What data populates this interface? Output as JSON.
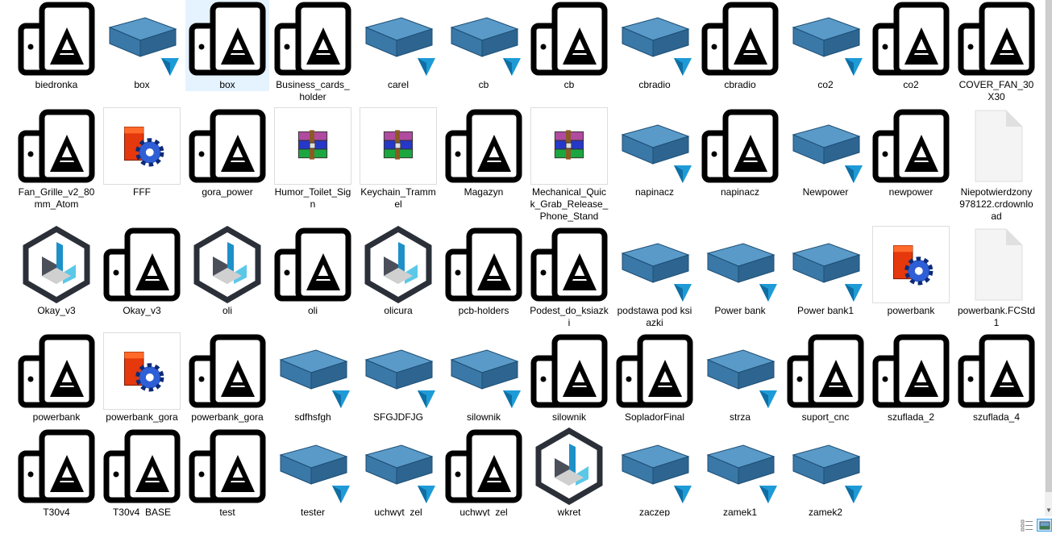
{
  "files": [
    [
      {
        "label": "biedronka",
        "type": "app"
      },
      {
        "label": "box",
        "type": "stl"
      },
      {
        "label": "box",
        "type": "app",
        "selected": true
      },
      {
        "label": "Business_cards_holder",
        "type": "app"
      },
      {
        "label": "carel",
        "type": "stl"
      },
      {
        "label": "cb",
        "type": "stl"
      },
      {
        "label": "cb",
        "type": "app"
      },
      {
        "label": "cbradio",
        "type": "stl"
      },
      {
        "label": "cbradio",
        "type": "app"
      },
      {
        "label": "co2",
        "type": "stl"
      },
      {
        "label": "co2",
        "type": "app"
      },
      {
        "label": "COVER_FAN_30X30",
        "type": "app"
      }
    ],
    [
      {
        "label": "Fan_Grille_v2_80mm_Atom",
        "type": "app"
      },
      {
        "label": "FFF",
        "type": "freecad"
      },
      {
        "label": "gora_power",
        "type": "app"
      },
      {
        "label": "Humor_Toilet_Sign",
        "type": "rar"
      },
      {
        "label": "Keychain_Trammel",
        "type": "rar"
      },
      {
        "label": "Magazyn",
        "type": "app"
      },
      {
        "label": "Mechanical_Quick_Grab_Release_Phone_Stand",
        "type": "rar"
      },
      {
        "label": "napinacz",
        "type": "stl"
      },
      {
        "label": "napinacz",
        "type": "app"
      },
      {
        "label": "Newpower",
        "type": "stl"
      },
      {
        "label": "newpower",
        "type": "app"
      },
      {
        "label": "Niepotwierdzony 978122.crdownload",
        "type": "blank"
      }
    ],
    [
      {
        "label": "Okay_v3",
        "type": "hex"
      },
      {
        "label": "Okay_v3",
        "type": "app"
      },
      {
        "label": "oli",
        "type": "hex"
      },
      {
        "label": "oli",
        "type": "app"
      },
      {
        "label": "olicura",
        "type": "hex"
      },
      {
        "label": "pcb-holders",
        "type": "app"
      },
      {
        "label": "Podest_do_ksiazki",
        "type": "app"
      },
      {
        "label": "podstawa pod ksiazki",
        "type": "stl"
      },
      {
        "label": "Power bank",
        "type": "stl"
      },
      {
        "label": "Power bank1",
        "type": "stl"
      },
      {
        "label": "powerbank",
        "type": "freecad"
      },
      {
        "label": "powerbank.FCStd1",
        "type": "blank"
      }
    ],
    [
      {
        "label": "powerbank",
        "type": "app"
      },
      {
        "label": "powerbank_gora",
        "type": "freecad"
      },
      {
        "label": "powerbank_gora",
        "type": "app"
      },
      {
        "label": "sdfhsfgh",
        "type": "stl"
      },
      {
        "label": "SFGJDFJG",
        "type": "stl"
      },
      {
        "label": "silownik",
        "type": "stl"
      },
      {
        "label": "silownik",
        "type": "app"
      },
      {
        "label": "SopladorFinal",
        "type": "app"
      },
      {
        "label": "strza",
        "type": "stl"
      },
      {
        "label": "suport_cnc",
        "type": "app"
      },
      {
        "label": "szuflada_2",
        "type": "app"
      },
      {
        "label": "szuflada_4",
        "type": "app"
      }
    ],
    [
      {
        "label": "T30v4",
        "type": "app"
      },
      {
        "label": "T30v4_BASE",
        "type": "app"
      },
      {
        "label": "test",
        "type": "app"
      },
      {
        "label": "tester",
        "type": "stl"
      },
      {
        "label": "uchwyt_zel",
        "type": "stl"
      },
      {
        "label": "uchwyt_zel",
        "type": "app"
      },
      {
        "label": "wkret",
        "type": "hex"
      },
      {
        "label": "zaczep",
        "type": "stl"
      },
      {
        "label": "zamek1",
        "type": "stl"
      },
      {
        "label": "zamek2",
        "type": "stl"
      }
    ]
  ],
  "colors": {
    "selection": "#e5f3ff",
    "stl_blue": "#3a78a8",
    "badge_blue": "#1e9bd7"
  }
}
